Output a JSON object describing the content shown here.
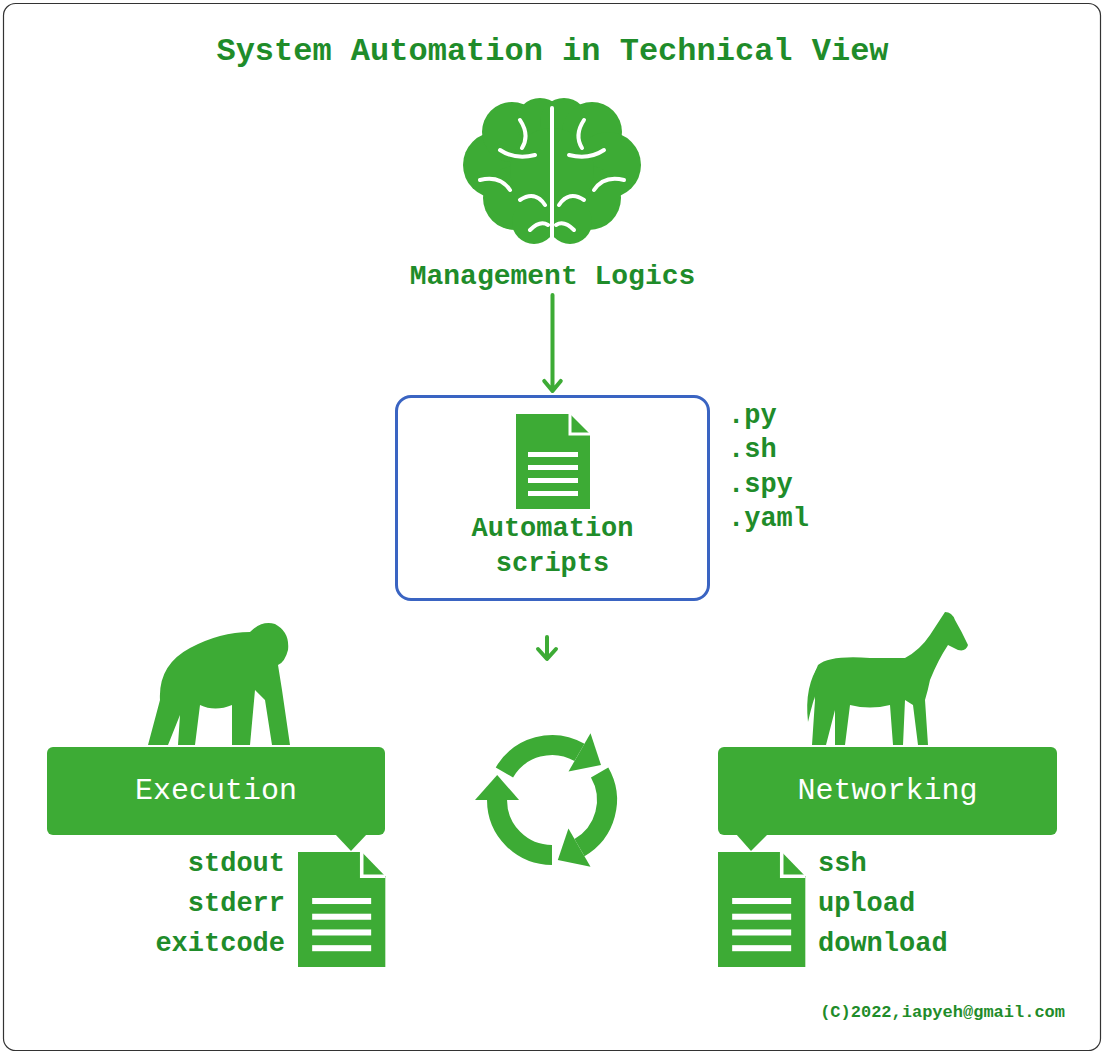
{
  "diagram": {
    "title": "System Automation in Technical View",
    "nodes": [
      {
        "text": [
          "Management Logics"
        ]
      },
      {
        "text": [
          "Automation scripts"
        ]
      },
      {
        "text": [
          "Execution"
        ]
      },
      {
        "text": [
          "Networking"
        ]
      }
    ],
    "edges": [
      {
        "from": 0,
        "to": 1,
        "arrow": "to"
      }
    ],
    "labels": [
      ".py",
      ".sh",
      ".spy",
      ".yaml",
      "stdout",
      "stderr",
      "exitcode",
      "ssh",
      "upload",
      "download",
      "(C)2022,iapyeh@gmail.com"
    ]
  }
}
